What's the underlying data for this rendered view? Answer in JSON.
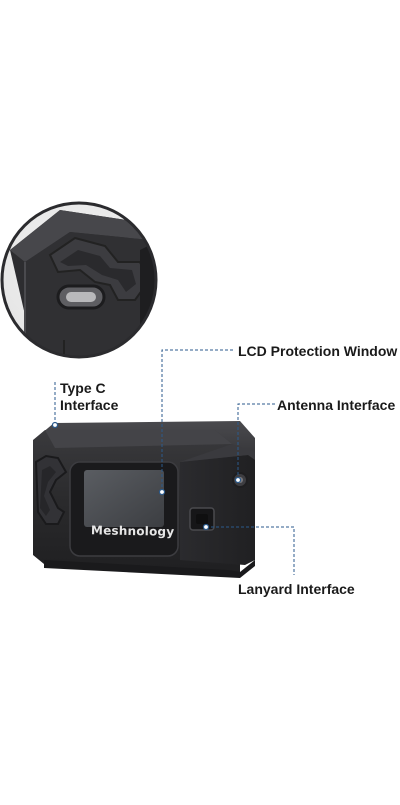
{
  "product": {
    "brand_text": "Meshnology"
  },
  "callouts": {
    "lcd_window": "LCD Protection Window",
    "type_c_line1": "Type C",
    "type_c_line2": "Interface",
    "antenna": "Antenna Interface",
    "lanyard": "Lanyard Interface"
  },
  "colors": {
    "callout_line": "#2b5a8c",
    "device_body": "#2a2a2c",
    "background": "#ffffff"
  }
}
